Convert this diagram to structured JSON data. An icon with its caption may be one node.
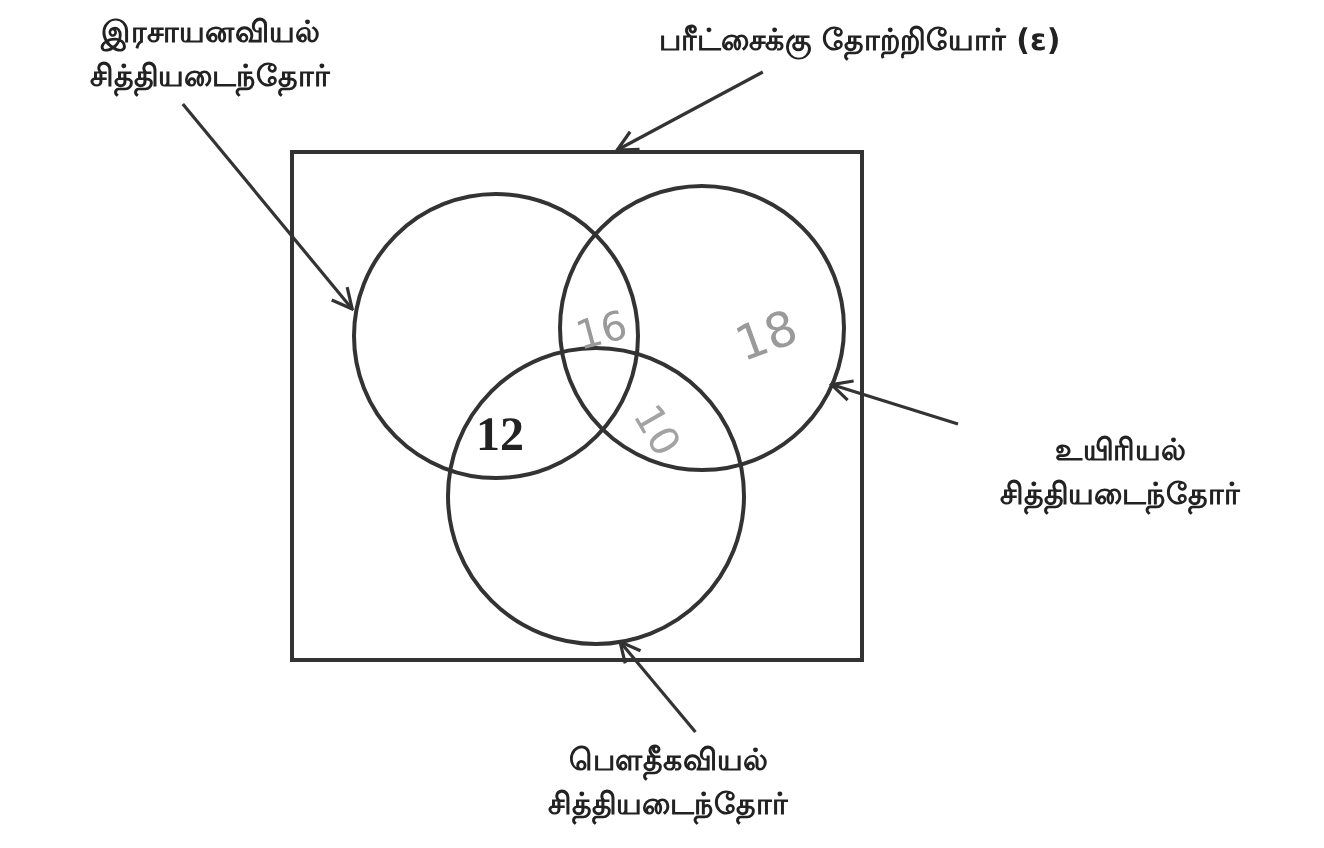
{
  "diagram": {
    "nodes": [
      {
        "text": [
          "இரசாயனவியல் சித்தியடைந்தோர்"
        ]
      },
      {
        "text": [
          "பரீட்சைக்கு தோற்றியோர் (ε)"
        ]
      },
      {
        "text": [],
        "shape": "box"
      },
      {
        "text": [],
        "shape": "circle",
        "in": 2
      },
      {
        "text": [],
        "shape": "circle",
        "in": 2
      },
      {
        "text": [],
        "shape": "circle",
        "in": 2
      },
      {
        "text": [
          "உயிரியல் சித்தியடைந்தோர்"
        ]
      },
      {
        "text": [
          "பௌதீகவியல் சித்தியடைந்தோர்"
        ]
      }
    ],
    "edges": [
      {
        "from": 0,
        "to": 3,
        "arrow": "to"
      },
      {
        "from": 1,
        "to": 2,
        "arrow": "to"
      },
      {
        "from": 6,
        "to": 4,
        "arrow": "to"
      },
      {
        "from": 7,
        "to": 5,
        "arrow": "to"
      }
    ],
    "labels": [
      "12",
      "16",
      "18",
      "10"
    ]
  }
}
